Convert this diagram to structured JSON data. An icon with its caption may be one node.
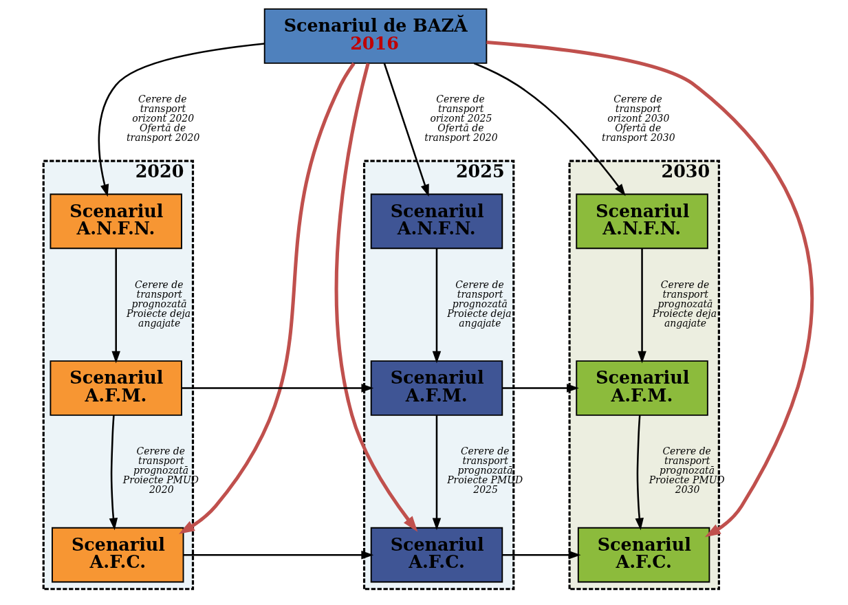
{
  "diagram": {
    "nodes": [
      {
        "text": [
          "Scenariul de BAZĂ",
          "2016"
        ]
      },
      {
        "text": [
          "2020"
        ]
      },
      {
        "text": [
          "Scenariul A.N.F.N."
        ],
        "in": 1
      },
      {
        "text": [
          "Scenariul A.F.M."
        ],
        "in": 1
      },
      {
        "text": [
          "Scenariul A.F.C."
        ],
        "in": 1
      },
      {
        "text": [
          "2025"
        ]
      },
      {
        "text": [
          "Scenariul A.N.F.N."
        ],
        "in": 5
      },
      {
        "text": [
          "Scenariul A.F.M."
        ],
        "in": 5
      },
      {
        "text": [
          "Scenariul A.F.C."
        ],
        "in": 5
      },
      {
        "text": [
          "2030"
        ]
      },
      {
        "text": [
          "Scenariul A.N.F.N."
        ],
        "in": 9
      },
      {
        "text": [
          "Scenariul A.F.M."
        ],
        "in": 9
      },
      {
        "text": [
          "Scenariul A.F.C."
        ],
        "in": 9
      }
    ],
    "edges": [
      {
        "from": 0,
        "to": 2,
        "arrow": "to",
        "label": "Cerere de transport orizont 2020 Ofertă de transport 2020"
      },
      {
        "from": 0,
        "to": 6,
        "arrow": "to",
        "label": "Cerere de transport orizont 2025 Ofertă de transport 2020"
      },
      {
        "from": 0,
        "to": 10,
        "arrow": "to",
        "label": "Cerere de transport orizont 2030 Ofertă de transport 2030"
      },
      {
        "from": 0,
        "to": 4,
        "arrow": "to",
        "style": "thick",
        "color": "#c0504d"
      },
      {
        "from": 0,
        "to": 8,
        "arrow": "to",
        "style": "thick",
        "color": "#c0504d"
      },
      {
        "from": 0,
        "to": 12,
        "arrow": "to",
        "style": "thick",
        "color": "#c0504d"
      },
      {
        "from": 2,
        "to": 3,
        "arrow": "to",
        "label": "Cerere de transport prognozată Proiecte deja angajate"
      },
      {
        "from": 3,
        "to": 4,
        "arrow": "to",
        "label": "Cerere de transport prognozată Proiecte PMUD 2020"
      },
      {
        "from": 6,
        "to": 7,
        "arrow": "to",
        "label": "Cerere de transport prognozată Proiecte deja angajate"
      },
      {
        "from": 7,
        "to": 8,
        "arrow": "to",
        "label": "Cerere de transport prognozată Proiecte PMUD 2025"
      },
      {
        "from": 10,
        "to": 11,
        "arrow": "to",
        "label": "Cerere de transport prognozată Proiecte deja angajate"
      },
      {
        "from": 11,
        "to": 12,
        "arrow": "to",
        "label": "Cerere de transport prognozată Proiecte PMUD 2030"
      },
      {
        "from": 3,
        "to": 7,
        "arrow": "to"
      },
      {
        "from": 7,
        "to": 11,
        "arrow": "to"
      },
      {
        "from": 4,
        "to": 8,
        "arrow": "to"
      },
      {
        "from": 8,
        "to": 12,
        "arrow": "to"
      }
    ]
  }
}
